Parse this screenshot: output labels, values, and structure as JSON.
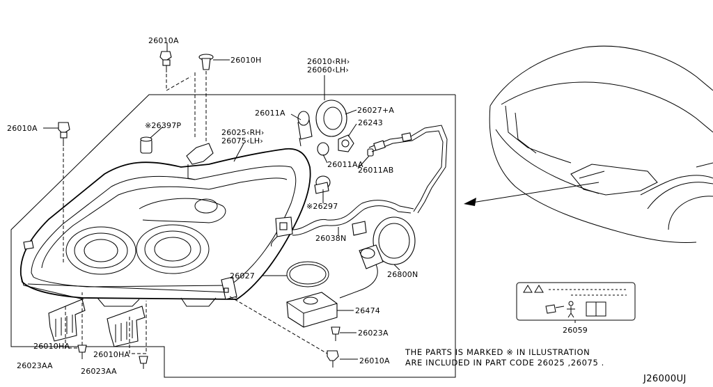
{
  "diagram": {
    "code": "J26000UJ",
    "notes": [
      "THE PARTS IS MARKED ※ IN ILLUSTRATION",
      "ARE INCLUDED IN PART CODE 26025 ,26075 ."
    ],
    "labels": {
      "p26010A_top": "26010A",
      "p26010H": "26010H",
      "p26010A_left": "26010A",
      "p26397P": "※26397P",
      "p26010RH": "26010‹RH›",
      "p26060LH": "26060‹LH›",
      "p26011A": "26011A",
      "p26027A": "26027+A",
      "p26025RH": "26025‹RH›",
      "p26075LH": "26075‹LH›",
      "p26243": "26243",
      "p26011AA": "26011AA",
      "p26011AB": "26011AB",
      "p26297": "※26297",
      "p26038N": "26038N",
      "p26800N": "26800N",
      "p26027": "26027",
      "p26474": "26474",
      "p26023A": "26023A",
      "p26059": "26059",
      "p26010HA_1": "26010HA",
      "p26010HA_2": "26010HA",
      "p26023AA_1": "26023AA",
      "p26023AA_2": "26023AA",
      "p26010A_bottom": "26010A"
    }
  }
}
